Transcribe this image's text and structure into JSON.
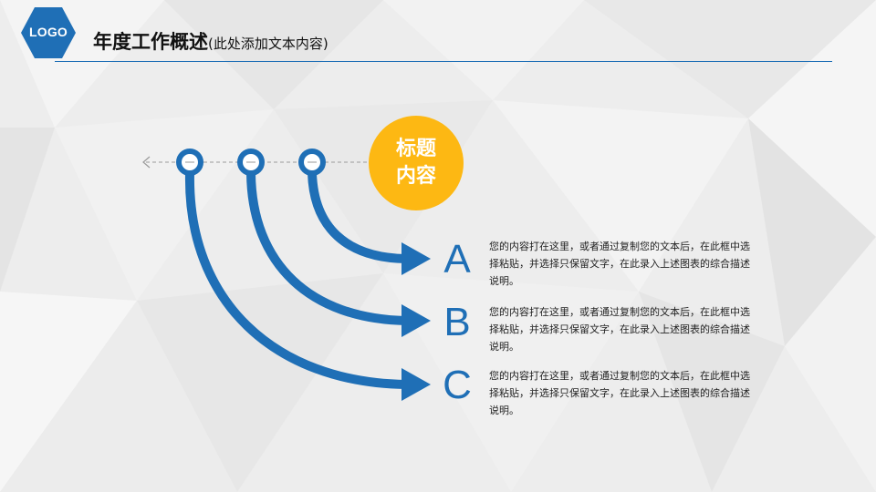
{
  "logo": {
    "text": "LOGO",
    "color": "#1f6fb6"
  },
  "header": {
    "title": "年度工作概述",
    "subtitle": "(此处添加文本内容)",
    "rule_color": "#1f6fb6"
  },
  "badge": {
    "text": "标题内容",
    "color": "#fdb813"
  },
  "items": [
    {
      "letter": "A",
      "text": "您的内容打在这里，或者通过复制您的文本后，在此框中选择粘贴，并选择只保留文字，在此录入上述图表的综合描述说明。"
    },
    {
      "letter": "B",
      "text": "您的内容打在这里，或者通过复制您的文本后，在此框中选择粘贴，并选择只保留文字，在此录入上述图表的综合描述说明。"
    },
    {
      "letter": "C",
      "text": "您的内容打在这里，或者通过复制您的文本后，在此框中选择粘贴，并选择只保留文字，在此录入上述图表的综合描述说明。"
    }
  ],
  "colors": {
    "accent_blue": "#1f6fb6",
    "accent_yellow": "#fdb813",
    "background": "#eeeeee"
  },
  "icons": [
    "hexagon-logo-icon",
    "dashed-arrow-left-icon",
    "curved-arrow-icon"
  ]
}
